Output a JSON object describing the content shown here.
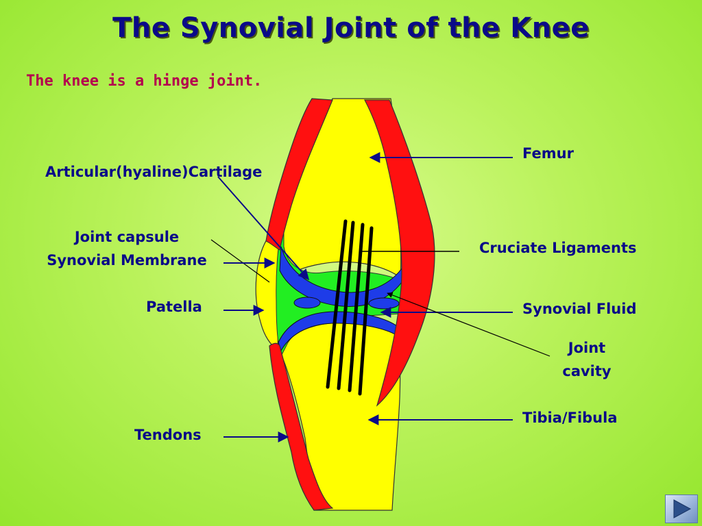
{
  "slide": {
    "title": "The Synovial Joint of the Knee",
    "subtitle": "The knee is a hinge joint."
  },
  "labels": {
    "femur": "Femur",
    "articular_cartilage": "Articular(hyaline)Cartilage",
    "joint_capsule": "Joint capsule",
    "synovial_membrane": "Synovial Membrane",
    "cruciate_ligaments": "Cruciate Ligaments",
    "patella": "Patella",
    "synovial_fluid": "Synovial Fluid",
    "joint_cavity_line1": "Joint",
    "joint_cavity_line2": "cavity",
    "tibia_fibula": "Tibia/Fibula",
    "tendons": "Tendons"
  },
  "colors": {
    "bone": "#ffff00",
    "tendon": "#ff1010",
    "cartilage": "#1e3ce8",
    "capsule": "#22ee22",
    "ligament": "#000000",
    "label_text": "#0a0a88",
    "subtitle_text": "#b4004e"
  },
  "navigation": {
    "next_icon": "play-arrow-icon"
  }
}
